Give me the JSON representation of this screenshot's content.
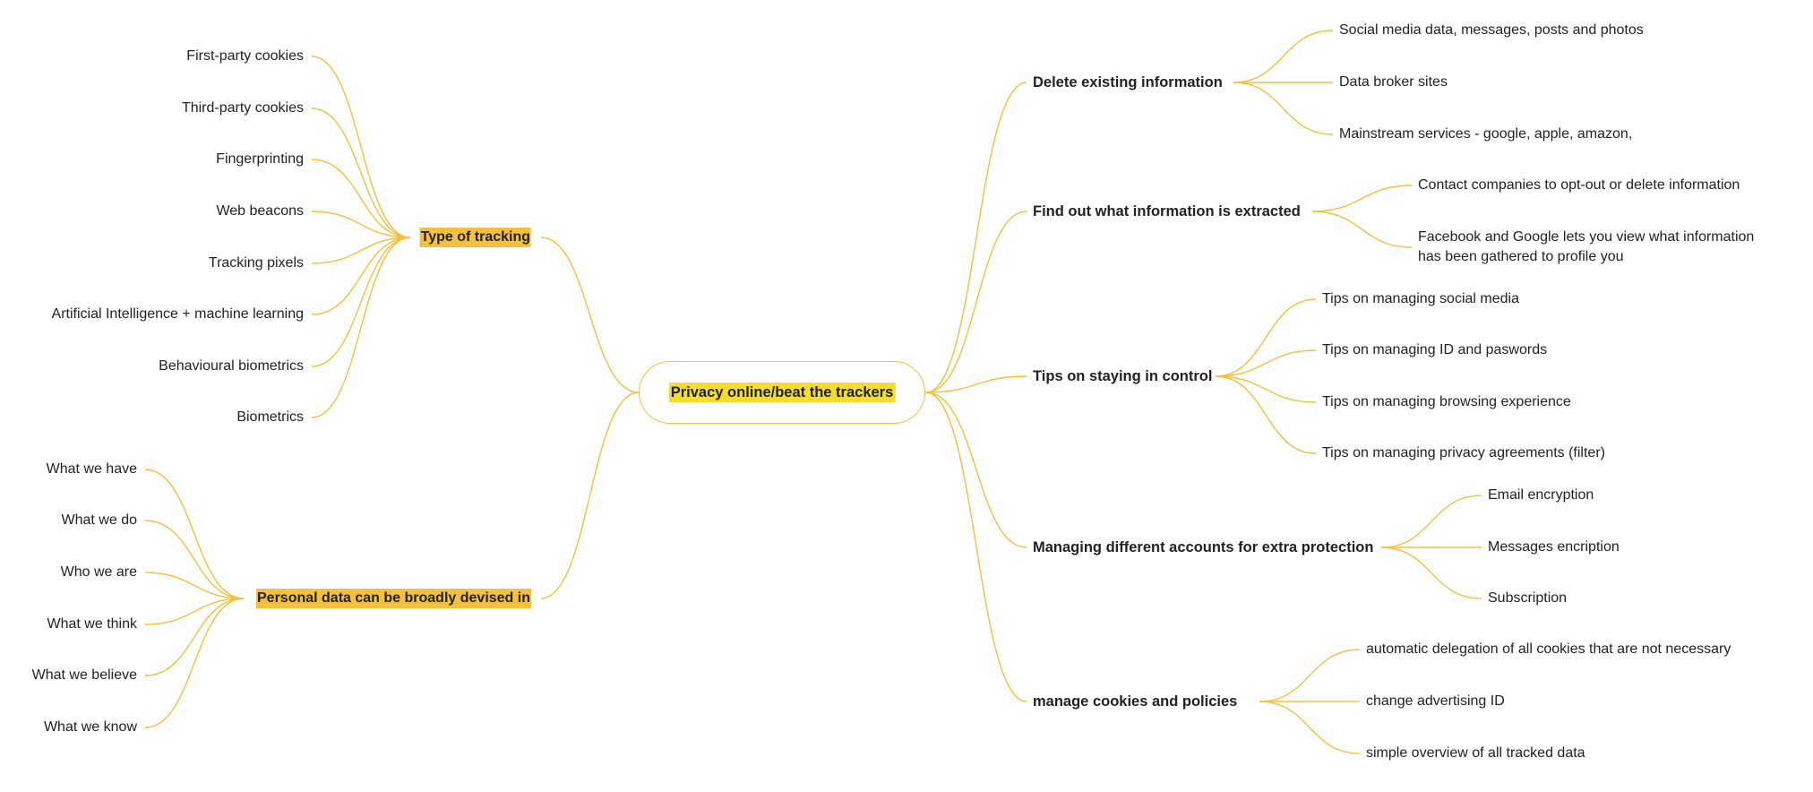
{
  "root": {
    "label": "Privacy online/beat the trackers"
  },
  "left_branches": [
    {
      "label": "Type of tracking",
      "children": [
        "First-party   cookies",
        "Third-party cookies",
        "Fingerprinting",
        "Web beacons",
        "Tracking pixels",
        "Artificial Intelligence  + machine learning",
        "Behavioural biometrics",
        "Biometrics"
      ]
    },
    {
      "label": "Personal data  can be broadly devised in",
      "children": [
        "What we have",
        "What we do",
        "Who we are",
        "What we think",
        "What we believe",
        "What we know"
      ]
    }
  ],
  "right_branches": [
    {
      "label": "Delete existing information",
      "children": [
        "Social media data, messages, posts and photos",
        "Data broker sites",
        "Mainstream services - google, apple, amazon,"
      ]
    },
    {
      "label": "Find out what information is extracted",
      "children": [
        "Contact companies to opt-out or delete information",
        "Facebook and Google lets you view what information has been gathered to profile you"
      ]
    },
    {
      "label": "Tips on staying in control",
      "children": [
        "Tips on managing social media",
        "Tips on managing ID and paswords",
        "Tips on managing browsing experience",
        "Tips on managing privacy agreements (filter)"
      ]
    },
    {
      "label": "Managing different accounts for extra protection",
      "children": [
        "Email encryption",
        "Messages encription",
        "Subscription"
      ]
    },
    {
      "label": "manage cookies and policies",
      "children": [
        "automatic delegation of all cookies that are not necessary",
        "change advertising ID",
        "simple overview of all tracked data"
      ]
    }
  ],
  "colors": {
    "line": "#F5C03D",
    "branch_highlight": "#F5C03D",
    "root_highlight": "#F5DD2F",
    "text": "#222222"
  }
}
